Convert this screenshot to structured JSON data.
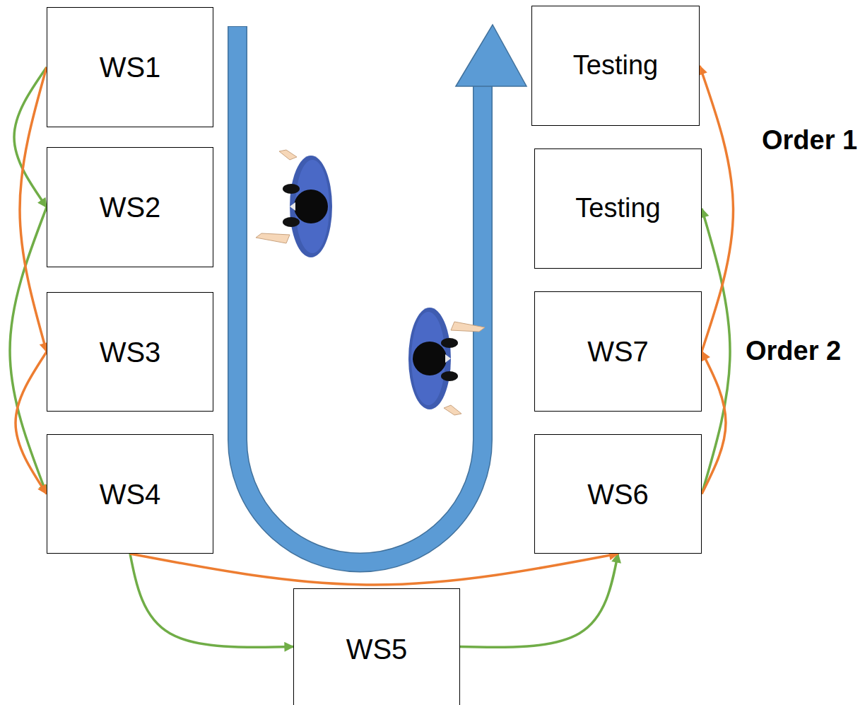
{
  "diagram": {
    "nodes": [
      {
        "text": [
          "WS1"
        ]
      },
      {
        "text": [
          "WS2"
        ]
      },
      {
        "text": [
          "WS3"
        ]
      },
      {
        "text": [
          "WS4"
        ]
      },
      {
        "text": [
          "WS5"
        ]
      },
      {
        "text": [
          "WS6"
        ]
      },
      {
        "text": [
          "WS7"
        ]
      },
      {
        "text": [
          "Testing"
        ]
      },
      {
        "text": [
          "Testing"
        ]
      }
    ],
    "edges": [
      {
        "from": 0,
        "to": 1,
        "arrow": "to"
      },
      {
        "from": 1,
        "to": 3,
        "arrow": "to"
      },
      {
        "from": 3,
        "to": 4,
        "arrow": "to"
      },
      {
        "from": 4,
        "to": 5,
        "arrow": "to"
      },
      {
        "from": 5,
        "to": 7,
        "arrow": "to"
      },
      {
        "from": 0,
        "to": 2,
        "arrow": "to"
      },
      {
        "from": 2,
        "to": 3,
        "arrow": "to"
      },
      {
        "from": 3,
        "to": 5,
        "arrow": "to"
      },
      {
        "from": 5,
        "to": 6,
        "arrow": "to"
      },
      {
        "from": 6,
        "to": 8,
        "arrow": "to"
      }
    ],
    "labels": [
      "Order 1",
      "Order 2"
    ]
  }
}
